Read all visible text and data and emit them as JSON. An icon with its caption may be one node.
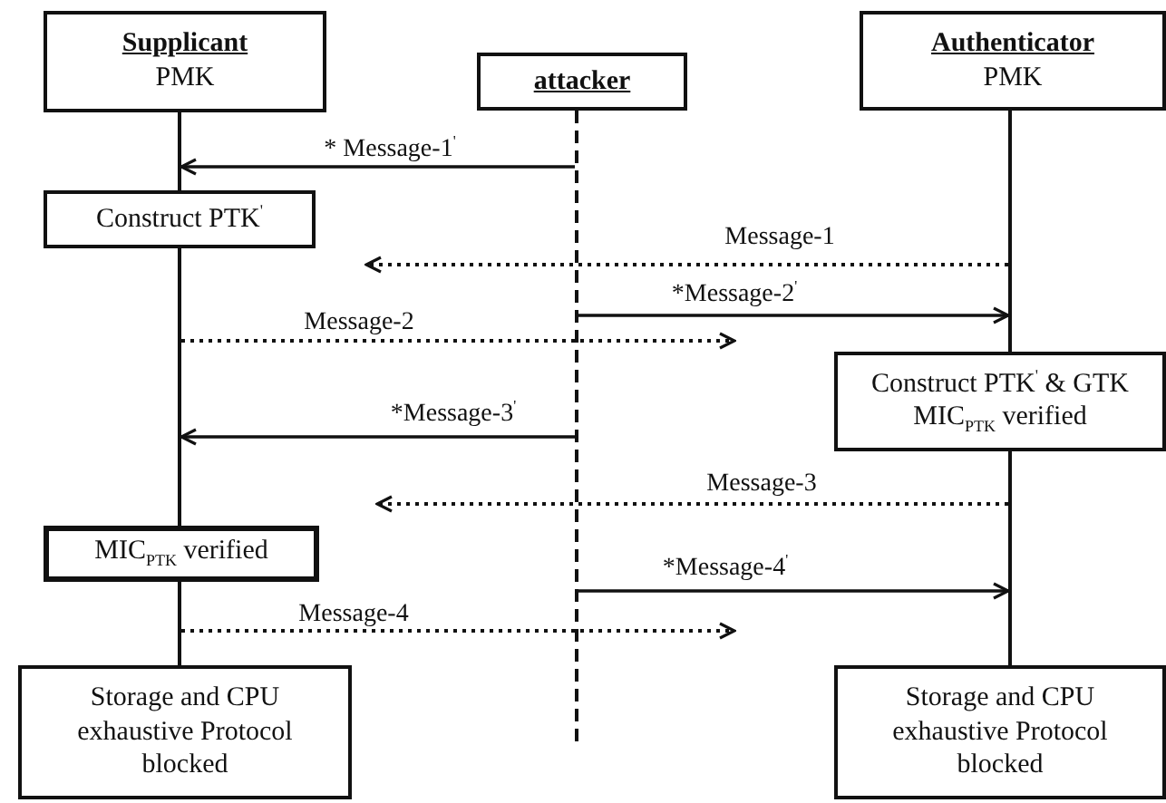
{
  "diagram": {
    "nodes": [
      {
        "text": [
          "Supplicant",
          "PMK"
        ]
      },
      {
        "text": [
          "attacker"
        ]
      },
      {
        "text": [
          "Authenticator",
          "PMK"
        ]
      },
      {
        "text": [],
        "shape": "line"
      },
      {
        "text": [],
        "shape": "line"
      },
      {
        "text": [],
        "shape": "line"
      },
      {
        "text": [
          "Construct PTK$^{'}$"
        ]
      },
      {
        "text": [],
        "shape": "line"
      },
      {
        "text": [
          "Construct PTK$^{'}$ & GTK MIC$_{PTK}$ verified"
        ]
      },
      {
        "text": [],
        "shape": "line"
      },
      {
        "text": [
          "MIC$_{PTK}$ verified"
        ]
      },
      {
        "text": [],
        "shape": "line"
      },
      {
        "text": [
          "Storage and CPU exhaustive Protocol blocked"
        ]
      },
      {
        "text": [
          "Storage and CPU exhaustive Protocol blocked"
        ]
      }
    ],
    "edges": [
      {
        "from": 4,
        "to": 3,
        "arrow": "to",
        "label": "* Message-1$^{'}$"
      },
      {
        "from": 5,
        "to": null,
        "arrow": "to",
        "label": "Message-1",
        "style": "dashed"
      },
      {
        "from": 4,
        "to": 5,
        "arrow": "to",
        "label": "*Message-2$^{'}$"
      },
      {
        "from": 7,
        "to": null,
        "arrow": "to",
        "label": "Message-2",
        "style": "dashed"
      },
      {
        "from": 4,
        "to": 7,
        "arrow": "to",
        "label": "*Message-3$^{'}$"
      },
      {
        "from": 9,
        "to": null,
        "arrow": "to",
        "label": "Message-3",
        "style": "dashed"
      },
      {
        "from": 4,
        "to": 9,
        "arrow": "to",
        "label": "*Message-4$^{'}$"
      },
      {
        "from": 11,
        "to": null,
        "arrow": "to",
        "label": "Message-4",
        "style": "dashed"
      }
    ]
  }
}
